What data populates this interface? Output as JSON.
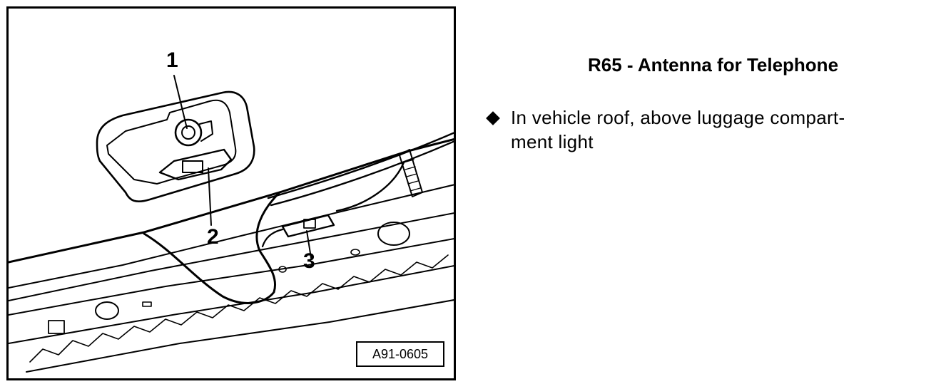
{
  "figure": {
    "callouts": [
      "1",
      "2",
      "3"
    ],
    "figure_id": "A91-0605"
  },
  "section": {
    "title": "R65 - Antenna for Telephone",
    "bullets": [
      {
        "icon": "diamond-bullet-icon",
        "line1": "In vehicle roof, above luggage compart-",
        "line2": "ment light"
      }
    ]
  }
}
